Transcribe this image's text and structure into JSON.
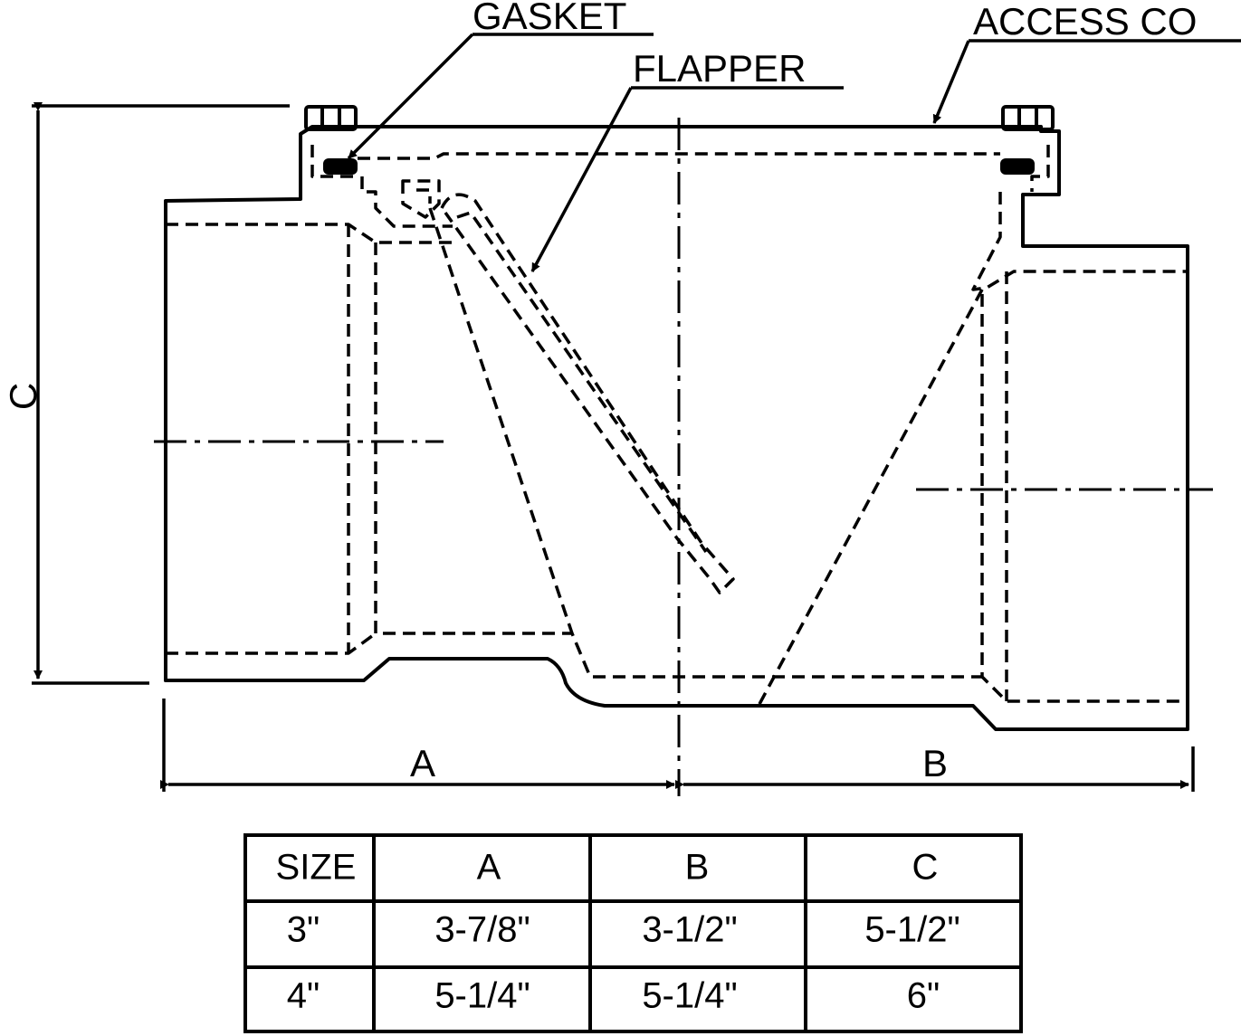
{
  "callouts": {
    "gasket": "GASKET",
    "flapper": "FLAPPER",
    "access_cover": "ACCESS CO"
  },
  "dimensions": {
    "a": "A",
    "b": "B",
    "c": "C"
  },
  "table": {
    "headers": [
      "SIZE",
      "A",
      "B",
      "C"
    ],
    "rows": [
      [
        "3\"",
        "3-7/8\"",
        "3-1/2\"",
        "5-1/2\""
      ],
      [
        "4\"",
        "5-1/4\"",
        "5-1/4\"",
        "6\""
      ]
    ]
  }
}
